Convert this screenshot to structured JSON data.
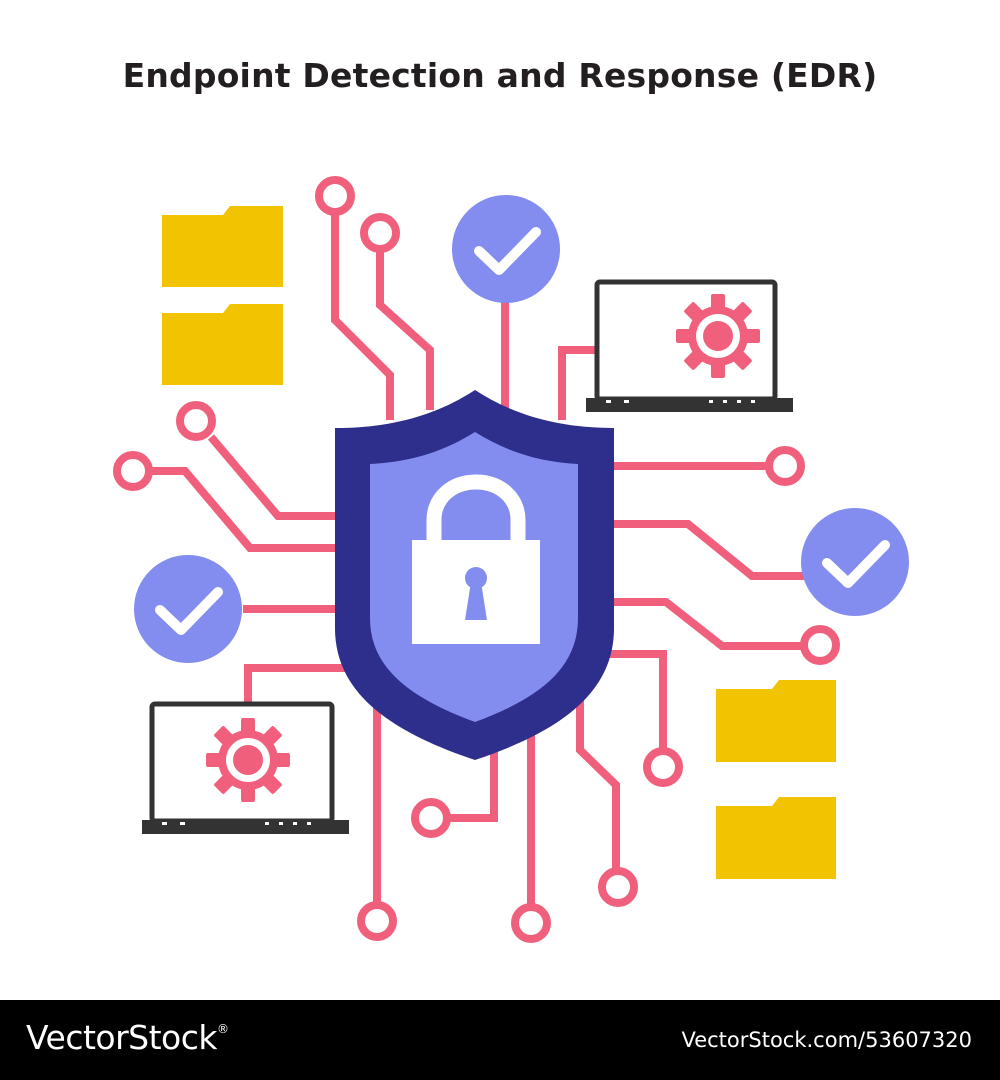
{
  "title": "Endpoint Detection and Response (EDR)",
  "footer": {
    "brand": "VectorStock",
    "registered_mark": "®",
    "image_id": "VectorStock.com/53607320"
  },
  "colors": {
    "circuit": "#f0607c",
    "shield_outer": "#2e2e8c",
    "shield_inner": "#838cef",
    "check_badge": "#838cef",
    "folder": "#f2c300",
    "laptop": "#333333",
    "gear": "#f0607c",
    "footer_bg": "#000000"
  },
  "icons": [
    "shield-icon",
    "padlock-icon",
    "check-badge-icon",
    "folder-icon",
    "laptop-icon",
    "gear-icon"
  ]
}
